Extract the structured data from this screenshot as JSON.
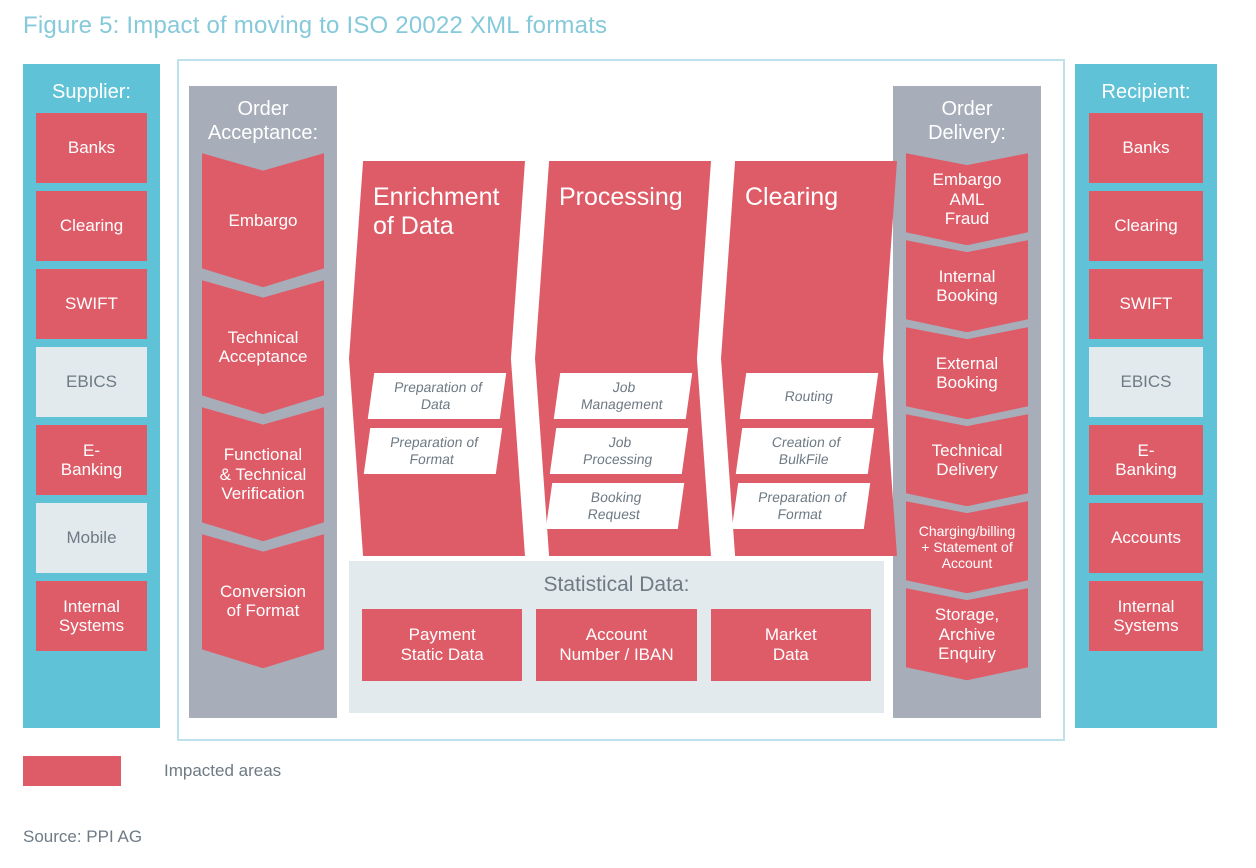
{
  "figure": {
    "title": "Figure 5: Impact of moving to ISO 20022 XML formats",
    "source": "Source: PPI AG"
  },
  "colors": {
    "impacted": "#DE5C68",
    "teal": "#5FC2D6",
    "gray_column": "#A7ADB9",
    "muted_box": "#E3EAEE",
    "title_text": "#85C9DB",
    "panel_border": "#BDE2EC"
  },
  "supplier": {
    "title": "Supplier:",
    "items": [
      {
        "label": "Banks",
        "impacted": true
      },
      {
        "label": "Clearing",
        "impacted": true
      },
      {
        "label": "SWIFT",
        "impacted": true
      },
      {
        "label": "EBICS",
        "impacted": false
      },
      {
        "label": "E-\nBanking",
        "impacted": true
      },
      {
        "label": "Mobile",
        "impacted": false
      },
      {
        "label": "Internal\nSystems",
        "impacted": true
      }
    ]
  },
  "recipient": {
    "title": "Recipient:",
    "items": [
      {
        "label": "Banks",
        "impacted": true
      },
      {
        "label": "Clearing",
        "impacted": true
      },
      {
        "label": "SWIFT",
        "impacted": true
      },
      {
        "label": "EBICS",
        "impacted": false
      },
      {
        "label": "E-\nBanking",
        "impacted": true
      },
      {
        "label": "Accounts",
        "impacted": true
      },
      {
        "label": "Internal\nSystems",
        "impacted": true
      }
    ]
  },
  "order_acceptance": {
    "title": "Order\nAcceptance:",
    "steps": [
      {
        "label": "Embargo"
      },
      {
        "label": "Technical\nAcceptance"
      },
      {
        "label": "Functional\n& Technical\nVerification"
      },
      {
        "label": "Conversion\nof Format"
      }
    ]
  },
  "order_delivery": {
    "title": "Order\nDelivery:",
    "steps": [
      {
        "label": "Embargo\nAML\nFraud",
        "small": false
      },
      {
        "label": "Internal\nBooking",
        "small": false
      },
      {
        "label": "External\nBooking",
        "small": false
      },
      {
        "label": "Technical\nDelivery",
        "small": false
      },
      {
        "label": "Charging/billing\n+ Statement of\nAccount",
        "small": true
      },
      {
        "label": "Storage,\nArchive\nEnquiry",
        "small": false
      }
    ]
  },
  "pipeline": {
    "stages": [
      {
        "title": "Enrichment\nof Data",
        "boxes": [
          "Preparation of\nData",
          "Preparation of\nFormat"
        ]
      },
      {
        "title": "Processing",
        "boxes": [
          "Job\nManagement",
          "Job\nProcessing",
          "Booking\nRequest"
        ]
      },
      {
        "title": "Clearing",
        "boxes": [
          "Routing",
          "Creation of\nBulkFile",
          "Preparation of\nFormat"
        ]
      }
    ]
  },
  "statistical_data": {
    "title": "Statistical Data:",
    "items": [
      "Payment\nStatic Data",
      "Account\nNumber / IBAN",
      "Market\nData"
    ]
  },
  "legend": {
    "label": "Impacted areas"
  }
}
